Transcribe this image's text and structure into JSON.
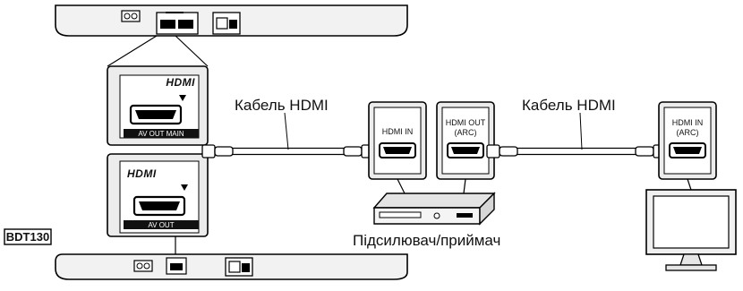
{
  "cable_left_label": "Кабель HDMI",
  "cable_right_label": "Кабель HDMI",
  "receiver_label": "Підсилювач/приймач",
  "model_badge": "BDT130",
  "player_top": {
    "logo": "HDMI",
    "port_label": "AV OUT MAIN"
  },
  "player_bottom": {
    "logo": "HDMI",
    "port_label": "AV OUT"
  },
  "receiver_in": {
    "label": "HDMI IN"
  },
  "receiver_out": {
    "label_line1": "HDMI OUT",
    "label_line2": "(ARC)"
  },
  "tv_in": {
    "label_line1": "HDMI IN",
    "label_line2": "(ARC)"
  },
  "icons": [
    "power-inlet-icon",
    "hdmi-port-icon",
    "lan-port-icon",
    "arrow-down-icon",
    "amplifier-icon",
    "tv-icon"
  ]
}
